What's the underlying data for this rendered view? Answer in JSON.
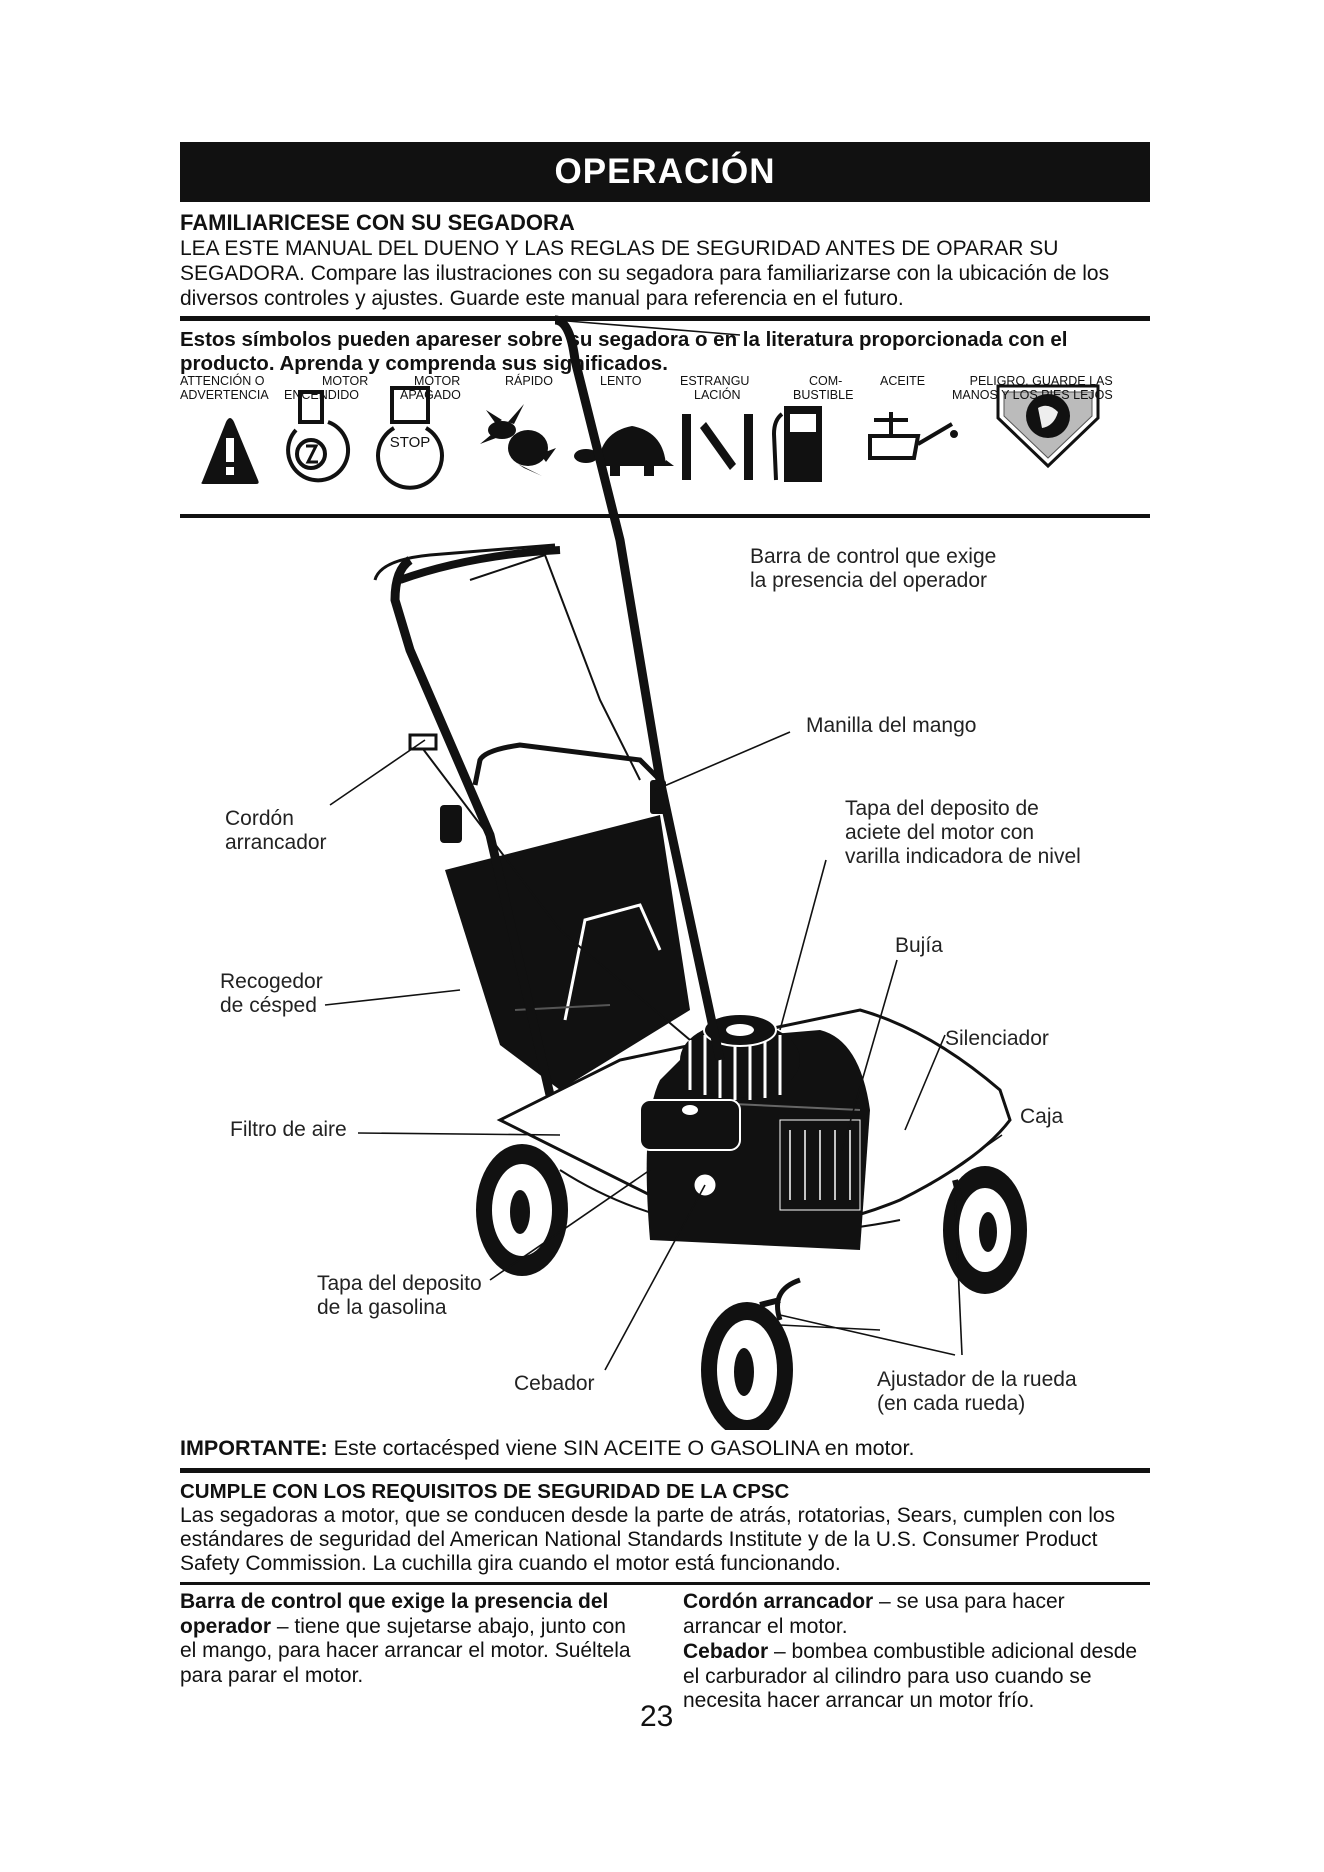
{
  "page": {
    "title": "OPERACIÓN",
    "page_number": "23"
  },
  "intro": {
    "heading": "FAMILIARICESE CON SU SEGADORA",
    "text": "LEA ESTE MANUAL DEL DUENO Y LAS REGLAS DE SEGURIDAD ANTES DE OPARAR SU SEGADORA. Compare las ilustraciones con su segadora para familiarizarse con la ubicación de los diversos controles y ajustes. Guarde este manual para referencia en el futuro."
  },
  "symbols": {
    "intro": "Estos símbolos pueden apareser sobre su segadora o en la literatura proporcionada con el producto. Aprenda y comprenda sus significados.",
    "stop_text": "STOP",
    "items": [
      {
        "icon": "warning-triangle-icon",
        "label1": "ATTENCIÓN O",
        "label2": "ADVERTENCIA"
      },
      {
        "icon": "engine-start-icon",
        "label1": "MOTOR",
        "label2": "ENCENDIDO"
      },
      {
        "icon": "engine-stop-icon",
        "label1": "MOTOR",
        "label2": "APAGADO"
      },
      {
        "icon": "rabbit-icon",
        "label1": "RÁPIDO",
        "label2": ""
      },
      {
        "icon": "turtle-icon",
        "label1": "LENTO",
        "label2": ""
      },
      {
        "icon": "choke-icon",
        "label1": "ESTRANGU",
        "label2": "LACIÓN"
      },
      {
        "icon": "fuel-pump-icon",
        "label1": "COM-",
        "label2": "BUSTIBLE"
      },
      {
        "icon": "oil-can-icon",
        "label1": "ACEITE",
        "label2": ""
      },
      {
        "icon": "hand-blade-danger-icon",
        "label1": "PELIGRO, GUARDE LAS",
        "label2": "MANOS Y LOS PIES LEJOS"
      }
    ]
  },
  "diagram": {
    "callouts": {
      "control_bar_1": "Barra de control que exige",
      "control_bar_2": "la presencia del operador",
      "handle_knob": "Manilla del mango",
      "starter_1": "Cordón",
      "starter_2": "arrancador",
      "oil_cap_1": "Tapa del deposito de",
      "oil_cap_2": "aciete del motor con",
      "oil_cap_3": "varilla indicadora de nivel",
      "spark_plug": "Bujía",
      "grass_catcher_1": "Recogedor",
      "grass_catcher_2": "de césped",
      "muffler": "Silenciador",
      "housing": "Caja",
      "air_filter": "Filtro de aire",
      "gas_cap_1": "Tapa del deposito",
      "gas_cap_2": "de la gasolina",
      "primer": "Cebador",
      "wheel_adjuster_1": "Ajustador de la rueda",
      "wheel_adjuster_2": "(en cada rueda)"
    }
  },
  "important": {
    "label": "IMPORTANTE:",
    "text": " Este cortacésped viene SIN ACEITE O GASOLINA en motor."
  },
  "cpsc": {
    "heading": "CUMPLE CON LOS REQUISITOS DE SEGURIDAD DE LA CPSC",
    "text": "Las segadoras a motor, que se conducen desde la parte de atrás, rotatorias, Sears, cumplen con los estándares de seguridad del American National Standards Institute y de la U.S. Consumer Product Safety Commission. La cuchilla gira cuando el motor está funcionando."
  },
  "definitions": {
    "control_bar_term": "Barra de control que exige la presencia del operador",
    "control_bar_def": " – tiene que sujetarse abajo, junto con el mango, para hacer arrancar el motor. Suéltela para parar el motor.",
    "starter_term": "Cordón arrancador",
    "starter_def": " – se usa para hacer arrancar el motor.",
    "primer_term": "Cebador",
    "primer_def": " – bombea combustible adicional desde el carburador al cilindro para uso cuando se necesita hacer arrancar un motor frío."
  }
}
